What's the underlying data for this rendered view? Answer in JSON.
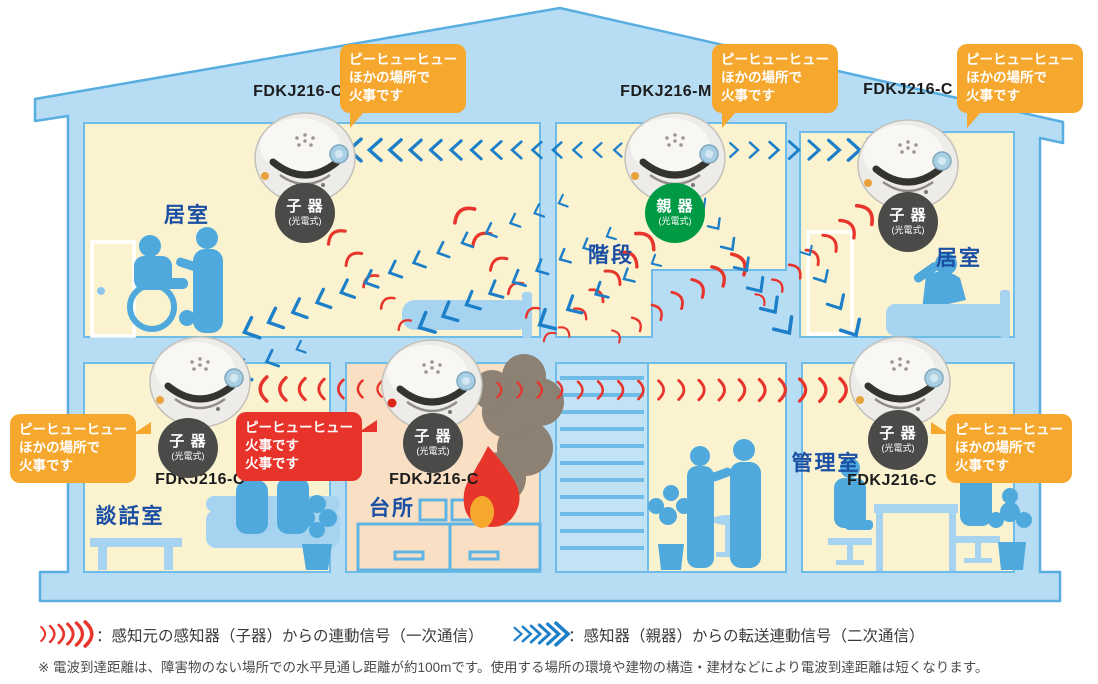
{
  "diagram": {
    "title_hint": "wireless interconnected smoke alarm system in a two-story building",
    "rooms": {
      "living_left": "居室",
      "stairs": "階段",
      "living_right": "居室",
      "lounge": "談話室",
      "kitchen": "台所",
      "office": "管理室"
    },
    "detectors": [
      {
        "id": "living-left",
        "model": "FDKJ216-C",
        "badge": {
          "line1": "子 器",
          "line2": "(光電式)"
        },
        "bubble": [
          "ピーヒューヒュー",
          "ほかの場所で",
          "火事です"
        ]
      },
      {
        "id": "stairs-parent",
        "model": "FDKJ216-M",
        "badge": {
          "line1": "親 器",
          "line2": "(光電式)"
        },
        "bubble": [
          "ピーヒューヒュー",
          "ほかの場所で",
          "火事です"
        ]
      },
      {
        "id": "living-right",
        "model": "FDKJ216-C",
        "badge": {
          "line1": "子 器",
          "line2": "(光電式)"
        },
        "bubble": [
          "ピーヒューヒュー",
          "ほかの場所で",
          "火事です"
        ]
      },
      {
        "id": "lounge",
        "model": "FDKJ216-C",
        "badge": {
          "line1": "子 器",
          "line2": "(光電式)"
        },
        "bubble": [
          "ピーヒューヒュー",
          "ほかの場所で",
          "火事です"
        ]
      },
      {
        "id": "kitchen-source",
        "model": "FDKJ216-C",
        "badge": {
          "line1": "子 器",
          "line2": "(光電式)"
        },
        "bubble": [
          "ピーヒューヒュー",
          "火事です",
          "火事です"
        ]
      },
      {
        "id": "office",
        "model": "FDKJ216-C",
        "badge": {
          "line1": "子 器",
          "line2": "(光電式)"
        },
        "bubble": [
          "ピーヒューヒュー",
          "ほかの場所で",
          "火事です"
        ]
      }
    ],
    "legend": [
      {
        "type": "primary",
        "text": "：感知元の感知器（子器）からの連動信号（一次通信）"
      },
      {
        "type": "secondary",
        "text": "：感知器（親器）からの転送連動信号（二次通信）"
      }
    ],
    "footnote": "※ 電波到達距離は、障害物のない場所での水平見通し距離が約100mです。使用する場所の環境や建物の構造・建材などにより電波到達距離は短くなります。",
    "colors": {
      "primary_signal": "#E8352C",
      "secondary_signal": "#1D7FC8",
      "bubble_alert": "#F6A72E",
      "bubble_fire": "#E8332A",
      "badge_child": "#4A4A48",
      "badge_parent": "#009944",
      "house_blue": "#B7DDF4",
      "room_cream": "#FBF3D0",
      "kitchen_peach": "#F9DFC3",
      "label_blue": "#1A4FA3"
    }
  }
}
